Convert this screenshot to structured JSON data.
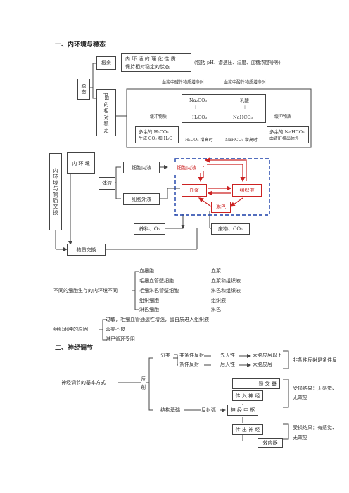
{
  "section1": {
    "title": "一、内环境与稳态",
    "stability": {
      "label": "稳态",
      "concept_label": "概念",
      "concept_text_1": "内 环 境 的 理 化 性 质",
      "concept_text_2": "保持相对稳定的状态",
      "concept_note": "(包括 pH、渗透压、温度、血糖浓度等等)",
      "ph_label": "pH 的 相 对 稳 定",
      "base_increase": "血浆中碱性物质增多时",
      "acid_increase": "血浆中酸性物质增多时",
      "na2co3": "Na₂CO₃",
      "lactic_acid": "乳酸",
      "plus1": "＋",
      "plus2": "＋",
      "h2co3": "H₂CO₃",
      "nahco3": "NaHCO₃",
      "buffer_left": "缓冲物质",
      "buffer_right": "缓冲物质",
      "excess_h2co3_1": "多余的 H₂CO₃",
      "excess_h2co3_2": "生成 CO₂ 和 H₂O",
      "h2co3_up": "H₂CO₃ 增高时",
      "nahco3_up": "NaHCO₃ 增高时",
      "excess_nahco3_1": "多余的 NaHCO₃",
      "excess_nahco3_2": "由肾脏排出体外"
    },
    "exchange": {
      "side_label": "内环境与物质交换",
      "internal_env": "内 环 境",
      "body_fluid": "体液",
      "intracellular_1": "细胞内液",
      "intracellular_2": "细胞内液",
      "extracellular": "细胞外液",
      "plasma": "血浆",
      "tissue_fluid": "组织液",
      "lymph": "淋巴",
      "nutrients": "养料、O₂",
      "waste": "废物、CO₂",
      "material_exchange": "物质交换"
    },
    "cells_table": {
      "label": "不同的细胞生存的内环境不同",
      "rows": [
        {
          "cell": "血细胞",
          "env": "血浆"
        },
        {
          "cell": "毛细血管壁细胞",
          "env": "血浆和组织液"
        },
        {
          "cell": "毛细淋巴管壁细胞",
          "env": "淋巴和组织液"
        },
        {
          "cell": "组织细胞",
          "env": "组织液"
        },
        {
          "cell": "淋巴细胞",
          "env": "淋巴"
        }
      ]
    },
    "edema": {
      "label": "组织水肿的原因",
      "reasons": [
        "过敏，毛细血管通透性增强，蛋白质进入组织液",
        "营养不良",
        "淋巴循环受阻"
      ]
    }
  },
  "section2": {
    "title": "二、神经调节",
    "basic_mode": "神经调节的基本方式",
    "reflex": "反 射",
    "classification": "分类",
    "unconditioned": "非条件反射",
    "innate": "先天性",
    "below_cortex": "大脑皮层以下",
    "conditioned": "条件反射",
    "acquired": "后天性",
    "cortex": "大脑皮层",
    "relation": "非条件反射是条件反",
    "structure_basis": "结构基础",
    "reflex_arc": "反射弧",
    "receptor": "感 受 器",
    "afferent": "传 入 神 经",
    "center": "神 经 中 枢",
    "efferent": "传 出 神 经",
    "effector": "效应器",
    "result1": "受损结果：无感觉、",
    "result1b": "无效应",
    "result2": "受损结果：有感觉、",
    "result2b": "无效应"
  }
}
